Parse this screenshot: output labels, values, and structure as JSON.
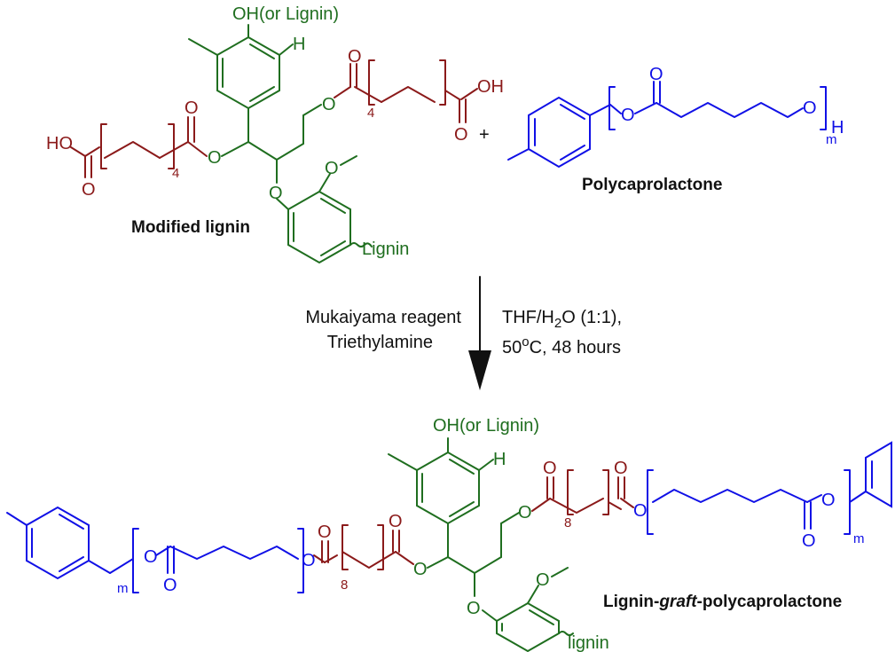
{
  "colors": {
    "lignin": "#1f6e1f",
    "linker": "#8b1a1a",
    "pcl": "#1010e6",
    "text": "#111111"
  },
  "top": {
    "oh_group": "OH(or Lignin)",
    "h_atom": "H",
    "o_atom": "O",
    "oh_right": "OH",
    "ho_left": "HO",
    "methoxy_o": "O",
    "repeat_n": "4",
    "lignin_tail": "Lignin",
    "label": "Modified lignin"
  },
  "plus": "+",
  "pcl": {
    "o_atom": "O",
    "end_h": "H",
    "repeat_m": "m",
    "label": "Polycaprolactone"
  },
  "conditions": {
    "left_line1": "Mukaiyama reagent",
    "left_line2": "Triethylamine",
    "right_line1_a": "THF/H",
    "right_line1_sub": "2",
    "right_line1_b": "O (1:1),",
    "right_line2_a": "50",
    "right_line2_sup": "o",
    "right_line2_b": "C, 48 hours"
  },
  "product": {
    "oh_group": "OH(or Lignin)",
    "h_atom": "H",
    "o_atom": "O",
    "repeat_n": "8",
    "repeat_m": "m",
    "lignin_tail": "lignin",
    "label_a": "Lignin-",
    "label_b": "graft",
    "label_c": "-polycaprolactone"
  }
}
